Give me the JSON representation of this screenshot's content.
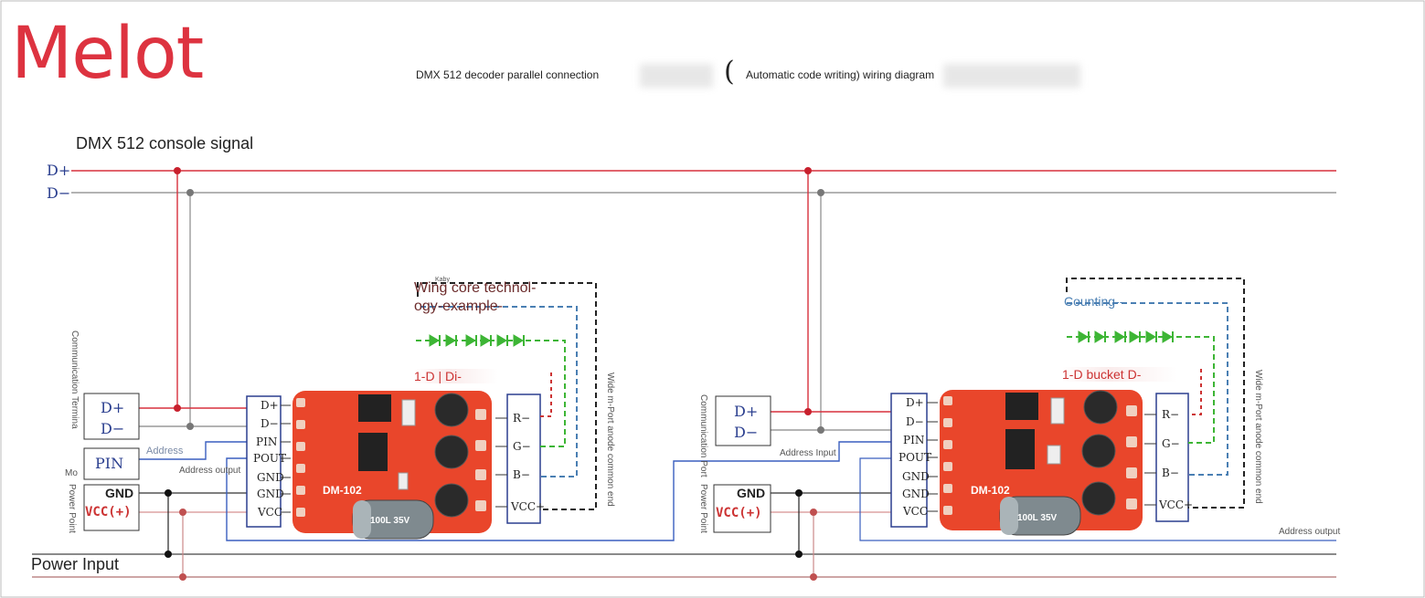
{
  "brand": "Melot",
  "title": {
    "left": "DMX 512 decoder parallel connection",
    "paren": "(",
    "right": "Automatic code writing) wiring diagram"
  },
  "console_signal": "DMX 512 console signal",
  "bus": {
    "dplus": "D+",
    "dminus": "D−"
  },
  "power_input": "Power Input",
  "colors": {
    "red_line": "#d7303d",
    "gray_line": "#9a9a9a",
    "blue_line": "#3a5fbf",
    "board": "#e9462b",
    "dark_line": "#222222",
    "green_led": "#3db535"
  },
  "left": {
    "comm_label": "Communication Termina",
    "power_label": "Power Point",
    "terminal": {
      "dplus": "D+",
      "dminus": "D−"
    },
    "pin_box": "PIN",
    "gnd": "GND",
    "vcc": "VCC(+)",
    "address": "Address",
    "address_output": "Address output",
    "mo": "Mo",
    "connector_pins": [
      "D+",
      "D−",
      "PIN",
      "POUT",
      "GND",
      "GND",
      "VCC"
    ],
    "output_pins": [
      "R−",
      "G−",
      "B−",
      "VCC+"
    ],
    "wing_core": "Wing core technol- ogy-example-",
    "tiny": "Kaby",
    "one_d": "1-D | Di-",
    "wide_port": "Wide m-Port anode common end",
    "board_label": "DM-102",
    "cap_label": "100L 35V"
  },
  "right": {
    "comm_label": "Communication Port",
    "power_label": "Power Point",
    "terminal": {
      "dplus": "D+",
      "dminus": "D−"
    },
    "gnd": "GND",
    "vcc": "VCC(+)",
    "address_input": "Address Input",
    "address_output": "Address output",
    "connector_pins": [
      "D+",
      "D−",
      "PIN",
      "POUT",
      "GND",
      "GND",
      "VCC"
    ],
    "output_pins": [
      "R−",
      "G−",
      "B−",
      "VCC+"
    ],
    "counting": "Counting--",
    "one_d": "1-D bucket D-",
    "wide_port": "Wide m-Port anode common end",
    "board_label": "DM-102",
    "cap_label": "100L 35V"
  }
}
